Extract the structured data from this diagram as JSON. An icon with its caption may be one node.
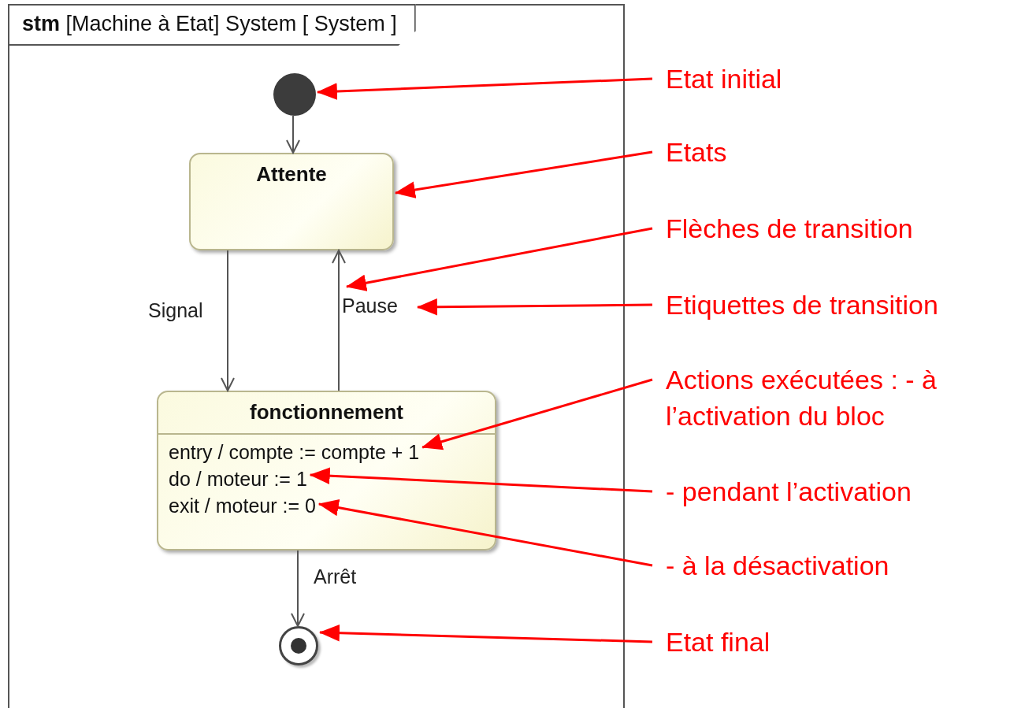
{
  "diagram": {
    "nodes": [
      {
        "text": [
          "**stm** [Machine à Etat] System [ System ]"
        ]
      },
      {
        "text": [],
        "shape": "circle",
        "in": 0
      },
      {
        "text": [
          "Attente"
        ],
        "in": 0
      },
      {
        "text": [
          "fonctionnement"
        ],
        "in": 0
      },
      {
        "text": [
          "entry / compte := compte + 1"
        ],
        "in": 3
      },
      {
        "text": [
          "do / moteur := 1"
        ],
        "in": 3
      },
      {
        "text": [
          "exit / moteur := 0"
        ],
        "in": 3
      },
      {
        "text": [],
        "shape": "circle",
        "in": 0
      },
      {
        "text": [
          "Etat initial"
        ]
      },
      {
        "text": [
          "Etats"
        ]
      },
      {
        "text": [
          "Flèches de transition"
        ]
      },
      {
        "text": [
          "Etiquettes de transition"
        ]
      },
      {
        "text": [
          "Actions exécutées : - à l’activation du bloc"
        ]
      },
      {
        "text": [
          "- pendant l’activation"
        ]
      },
      {
        "text": [
          "- à la désactivation"
        ]
      },
      {
        "text": [
          "Etat final"
        ]
      }
    ],
    "edges": [
      {
        "from": 1,
        "to": 2,
        "arrow": "to",
        "color": "#555555"
      },
      {
        "from": 2,
        "to": 3,
        "arrow": "to",
        "label": "Signal",
        "color": "#555555"
      },
      {
        "from": 3,
        "to": 2,
        "arrow": "to",
        "label": "Pause",
        "color": "#555555"
      },
      {
        "from": 3,
        "to": 7,
        "arrow": "to",
        "label": "Arrêt",
        "color": "#555555"
      },
      {
        "from": 8,
        "to": 1,
        "arrow": "to"
      },
      {
        "from": 9,
        "to": 2,
        "arrow": "to"
      },
      {
        "from": 10,
        "to": null,
        "arrow": "to"
      },
      {
        "from": 11,
        "to": null,
        "arrow": "to"
      },
      {
        "from": 12,
        "to": 4,
        "arrow": "to"
      },
      {
        "from": 13,
        "to": 5,
        "arrow": "to"
      },
      {
        "from": 14,
        "to": 6,
        "arrow": "to"
      },
      {
        "from": 15,
        "to": 7,
        "arrow": "to"
      }
    ]
  }
}
